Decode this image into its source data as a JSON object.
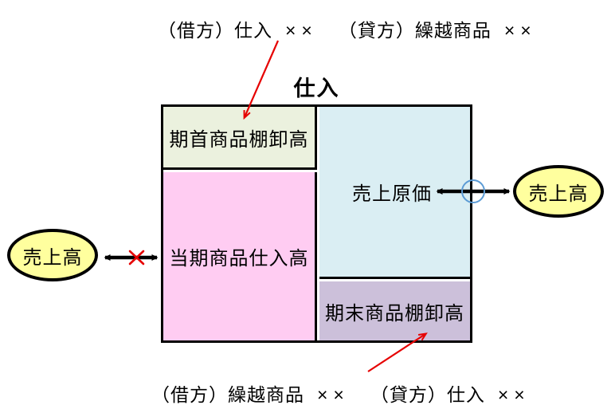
{
  "diagram": {
    "top_entry": {
      "debit": "（借方）仕入",
      "debit_amount": "××",
      "credit": "（貸方）繰越商品",
      "credit_amount": "××"
    },
    "bottom_entry": {
      "debit": "（借方）繰越商品",
      "debit_amount": "××",
      "credit": "（貸方）仕入",
      "credit_amount": "××"
    },
    "account_title": "仕入",
    "cells": {
      "beginning_inventory": {
        "label": "期首商品棚卸高",
        "color": "#EBF1DE"
      },
      "current_purchases": {
        "label": "当期商品仕入高",
        "color": "#FFCCF2"
      },
      "cost_of_sales": {
        "label": "売上原価",
        "color": "#DAEEF3"
      },
      "ending_inventory": {
        "label": "期末商品棚卸高",
        "color": "#CCC0DA"
      }
    },
    "left_ellipse": {
      "label": "売上高",
      "color": "#FFFF9E"
    },
    "right_ellipse": {
      "label": "売上高",
      "color": "#FFFF9E"
    },
    "annotations": {
      "red_arrow_color": "#E60000",
      "red_x_color": "#E60000",
      "blue_circle_color": "#5B9BD5",
      "black_arrow_color": "#000000"
    }
  }
}
